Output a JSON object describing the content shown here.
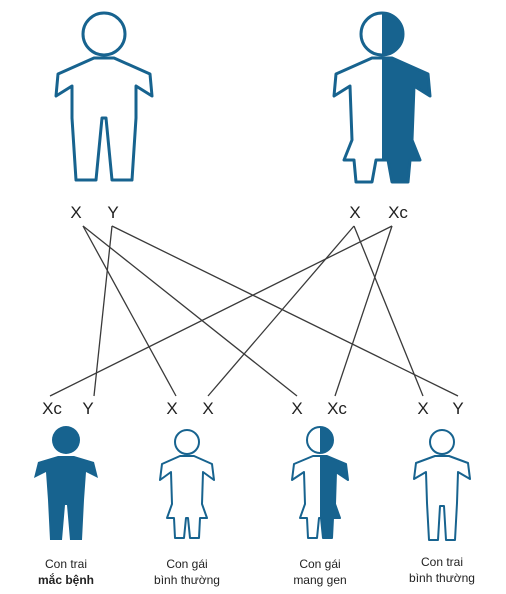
{
  "colors": {
    "affected": "#17638f",
    "outline": "#17638f",
    "line": "#3a3a3a",
    "text": "#222222"
  },
  "parents": {
    "father": {
      "alleles": [
        "X",
        "Y"
      ],
      "status": "normal"
    },
    "mother": {
      "alleles": [
        "X",
        "Xc"
      ],
      "status": "carrier"
    }
  },
  "children": [
    {
      "alleles": [
        "Xc",
        "Y"
      ],
      "status": "affected",
      "caption_line1": "Con trai",
      "caption_line2": "mắc bệnh"
    },
    {
      "alleles": [
        "X",
        "X"
      ],
      "status": "normal",
      "caption_line1": "Con gái",
      "caption_line2": "bình thường"
    },
    {
      "alleles": [
        "X",
        "Xc"
      ],
      "status": "carrier",
      "caption_line1": "Con gái",
      "caption_line2": "mang gen"
    },
    {
      "alleles": [
        "X",
        "Y"
      ],
      "status": "normal",
      "caption_line1": "Con trai",
      "caption_line2": "bình thường"
    }
  ]
}
